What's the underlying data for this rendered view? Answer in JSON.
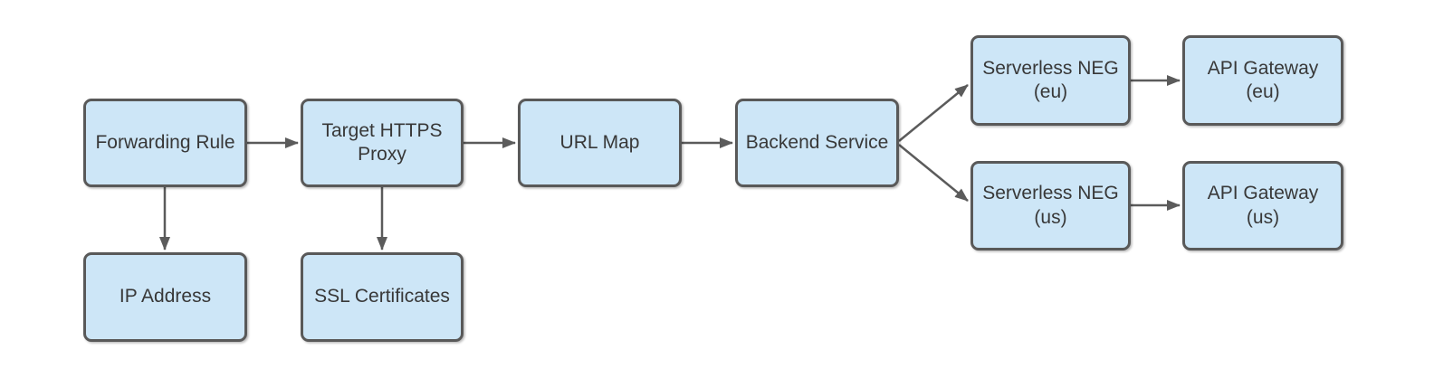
{
  "diagram": {
    "type": "flowchart",
    "colors": {
      "node_fill": "#cde6f7",
      "node_border": "#595959",
      "arrow": "#5b5b5b",
      "text": "#383838",
      "background": "#ffffff"
    },
    "nodes": [
      {
        "id": "forwarding-rule",
        "label": "Forwarding Rule"
      },
      {
        "id": "target-https-proxy",
        "label": "Target HTTPS\nProxy"
      },
      {
        "id": "url-map",
        "label": "URL Map"
      },
      {
        "id": "backend-service",
        "label": "Backend Service"
      },
      {
        "id": "serverless-neg-eu",
        "label": "Serverless NEG\n(eu)"
      },
      {
        "id": "api-gateway-eu",
        "label": "API Gateway\n(eu)"
      },
      {
        "id": "serverless-neg-us",
        "label": "Serverless NEG\n(us)"
      },
      {
        "id": "api-gateway-us",
        "label": "API Gateway\n(us)"
      },
      {
        "id": "ip-address",
        "label": "IP Address"
      },
      {
        "id": "ssl-certificates",
        "label": "SSL Certificates"
      }
    ],
    "edges": [
      {
        "from": "forwarding-rule",
        "to": "target-https-proxy"
      },
      {
        "from": "target-https-proxy",
        "to": "url-map"
      },
      {
        "from": "url-map",
        "to": "backend-service"
      },
      {
        "from": "backend-service",
        "to": "serverless-neg-eu"
      },
      {
        "from": "backend-service",
        "to": "serverless-neg-us"
      },
      {
        "from": "serverless-neg-eu",
        "to": "api-gateway-eu"
      },
      {
        "from": "serverless-neg-us",
        "to": "api-gateway-us"
      },
      {
        "from": "forwarding-rule",
        "to": "ip-address"
      },
      {
        "from": "target-https-proxy",
        "to": "ssl-certificates"
      }
    ]
  }
}
